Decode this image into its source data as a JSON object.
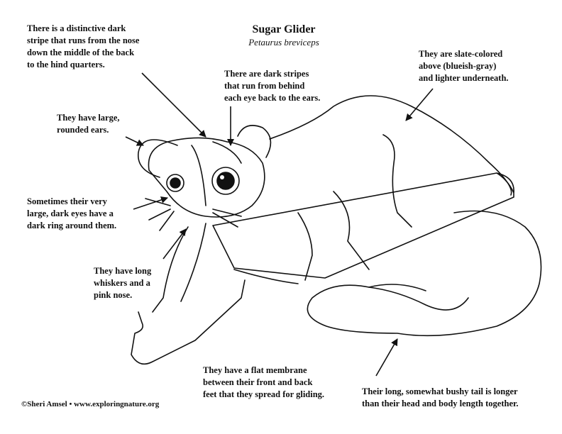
{
  "title": "Sugar Glider",
  "subtitle": "Petaurus breviceps",
  "facts": {
    "stripe": "There is a distinctive dark\nstripe that runs from the nose\ndown the middle of the back\nto the hind quarters.",
    "eye_stripes": "There are dark stripes\nthat run from behind\neach eye back to the ears.",
    "color": "They are slate-colored\nabove (blueish-gray)\nand lighter underneath.",
    "ears": "They have large,\nrounded ears.",
    "eyes": "Sometimes their very\nlarge, dark eyes have a\ndark ring around them.",
    "whiskers": "They have long\nwhiskers and a\npink nose.",
    "membrane": "They have a flat membrane\nbetween their front and back\nfeet that they spread for gliding.",
    "tail": "Their long, somewhat bushy tail is longer\nthan their head and body length together."
  },
  "footer": "©Sheri Amsel • www.exploringnature.org"
}
